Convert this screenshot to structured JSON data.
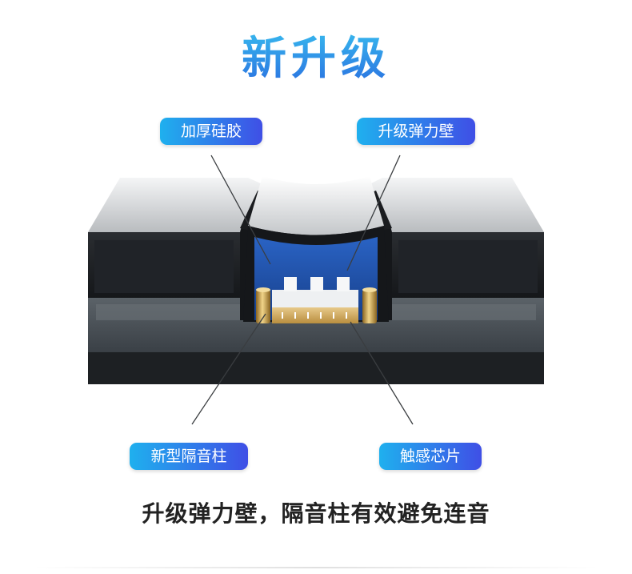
{
  "header": {
    "title": "新升级"
  },
  "labels": {
    "silicone": "加厚硅胶",
    "elastic_wall": "升级弹力壁",
    "pillar": "新型隔音柱",
    "chip": "触感芯片"
  },
  "footer": {
    "caption": "升级弹力壁，隔音柱有效避免连音"
  },
  "colors": {
    "title_gradient_start": "#39c2f0",
    "title_gradient_end": "#2a6fe0",
    "tag_gradient_start": "#1fb0ee",
    "tag_gradient_end": "#3f4fe6",
    "cavity_blue": "#1e4ea8",
    "key_black": "#1f2226",
    "base_gray": "#4a5157",
    "pillar_gold": "#c9a24a"
  }
}
